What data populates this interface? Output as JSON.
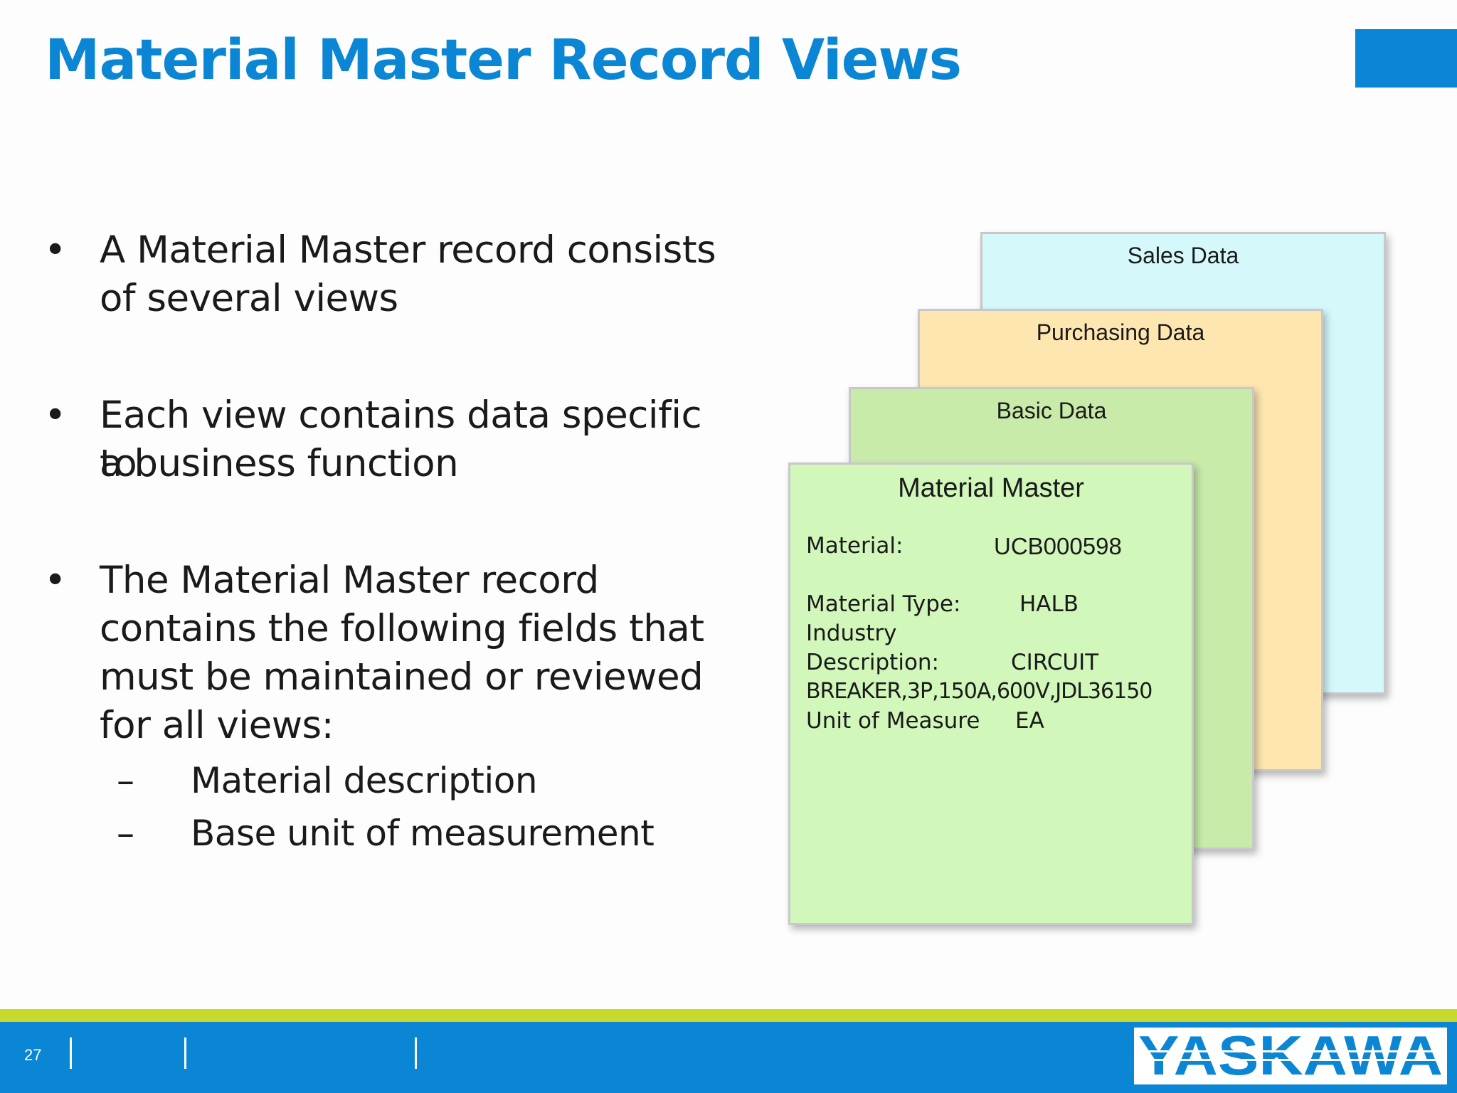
{
  "slide": {
    "title": "Material Master Record Views",
    "page_number": "27",
    "logo_text": "YASKAWA",
    "colors": {
      "brand_blue": "#0a86d4",
      "accent_green": "#c9d92b"
    }
  },
  "bullets": [
    {
      "symbol": "•",
      "text_lines": [
        "A Material Master record consists",
        "of several views"
      ]
    },
    {
      "symbol": "•",
      "text_lines": [
        "Each view contains data specific to",
        "a business function"
      ]
    },
    {
      "symbol": "•",
      "text_lines": [
        "The Material Master record",
        "contains the following fields that",
        "must be maintained or reviewed",
        "for all views:"
      ]
    }
  ],
  "sub_bullets": [
    {
      "symbol": "–",
      "text": "Material description"
    },
    {
      "symbol": "–",
      "text": "Base unit of measurement"
    }
  ],
  "cards": {
    "sales": "Sales Data",
    "purchasing": "Purchasing Data",
    "basic": "Basic Data",
    "main": {
      "title": "Material Master",
      "material_label": "Material:",
      "material_value": "UCB000598",
      "type_label": "Material Type:",
      "type_value": "HALB",
      "industry_label": "Industry",
      "description_label": "Description:",
      "description_value": "CIRCUIT",
      "description_line2": "BREAKER,3P,150A,600V,JDL36150",
      "uom_label": "Unit of Measure",
      "uom_value": "EA"
    }
  }
}
